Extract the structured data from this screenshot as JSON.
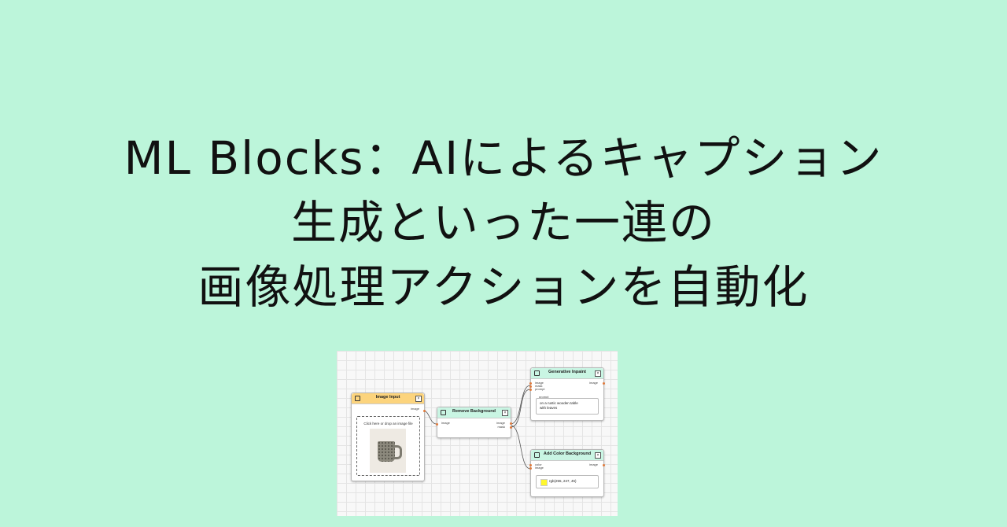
{
  "headline": {
    "line1": "ML Blocks：AIによるキャプション",
    "line2": "生成といった一連の",
    "line3": "画像処理アクションを自動化"
  },
  "editor": {
    "nodes": {
      "image_input": {
        "title": "Image Input",
        "output_port": "image",
        "drop_text": "Click here or drop an image file",
        "header_color": "#fcd47d"
      },
      "remove_background": {
        "title": "Remove Background",
        "input_port": "image",
        "output_ports": [
          "image",
          "mask"
        ],
        "header_color": "#c9f5e3"
      },
      "generative_inpaint": {
        "title": "Generative Inpaint",
        "input_ports": [
          "image",
          "mask",
          "prompt"
        ],
        "output_port": "image",
        "prompt_label": "prompt",
        "prompt_value": "on a rustic wooden table with leaves",
        "header_color": "#c9f5e3"
      },
      "add_color_background": {
        "title": "Add Color Background",
        "input_ports": [
          "color",
          "image"
        ],
        "output_port": "image",
        "color_value": "rgb(255, 247, 45)",
        "swatch_color": "#fff72d",
        "header_color": "#c9f5e3"
      }
    },
    "close_glyph": "×",
    "port_color": "#e07a3c"
  }
}
